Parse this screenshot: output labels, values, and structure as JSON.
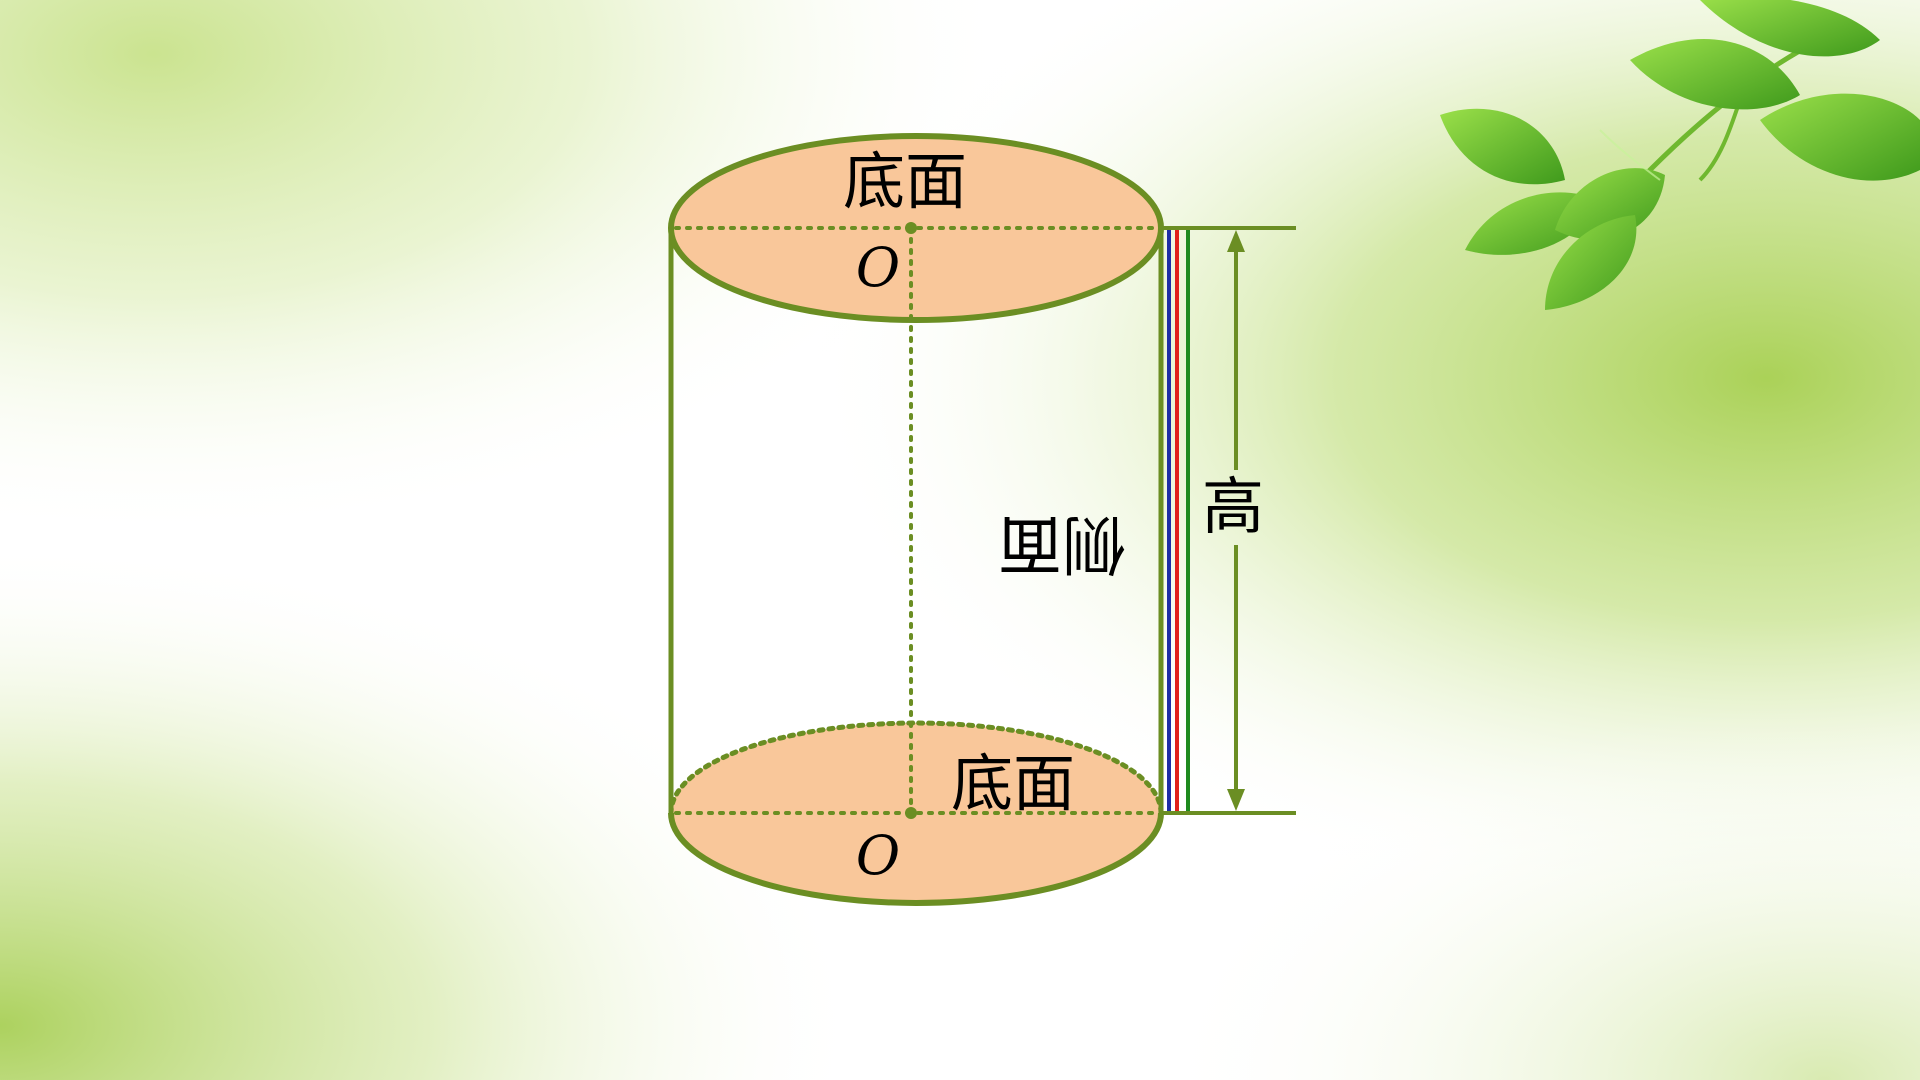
{
  "diagram": {
    "top_base_label": "底面",
    "bottom_base_label": "底面",
    "top_center_label": "O",
    "bottom_center_label": "O",
    "lateral_face_label": "侧面",
    "height_label": "高"
  },
  "colors": {
    "outline": "#6b8e23",
    "base_fill": "#f9c79a",
    "dot_line": "#6b8e23",
    "height_arrow": "#6b8e23",
    "edge_stripe_blue": "#1f2ea6",
    "edge_stripe_red": "#e0201b",
    "edge_stripe_green": "#1e8a1e",
    "edge_stripe_white": "#ffffff"
  },
  "icons": {
    "decoration": "green-leaves-icon"
  }
}
